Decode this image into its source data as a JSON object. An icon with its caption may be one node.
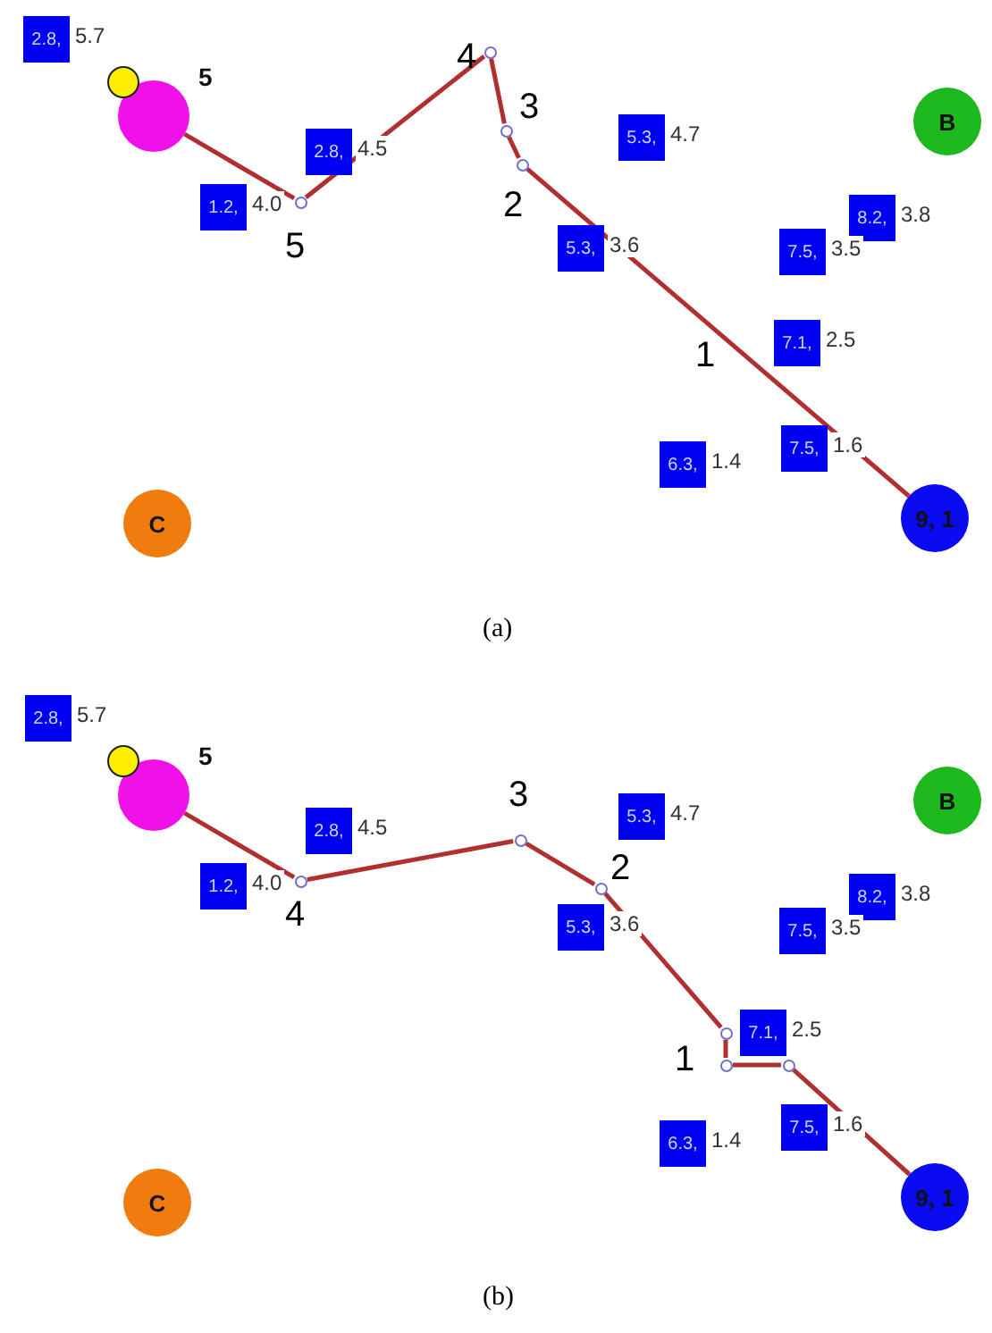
{
  "diagram": {
    "nodes": [
      {
        "text": [
          "2.8,"
        ],
        "beside": [
          "5.7"
        ]
      },
      {
        "text": [],
        "shape": "circle",
        "beside": [
          "5"
        ]
      },
      {
        "text": [
          "B"
        ]
      },
      {
        "text": [],
        "shape": "circle",
        "beside": [
          "4"
        ]
      },
      {
        "text": [],
        "shape": "circle",
        "beside": [
          "3"
        ]
      },
      {
        "text": [
          "5.3,"
        ],
        "beside": [
          "4.7"
        ]
      },
      {
        "text": [
          "2.8,"
        ],
        "beside": [
          "4.5"
        ]
      },
      {
        "text": [],
        "shape": "circle",
        "beside": [
          "2"
        ]
      },
      {
        "text": [
          "1.2,"
        ],
        "beside": [
          "4.0"
        ]
      },
      {
        "text": [],
        "shape": "circle",
        "beside": [
          "5"
        ]
      },
      {
        "text": [
          "8.2,"
        ],
        "beside": [
          "3.8"
        ]
      },
      {
        "text": [
          "5.3,"
        ],
        "beside": [
          "3.6"
        ]
      },
      {
        "text": [
          "7.5,"
        ],
        "beside": [
          "3.5"
        ]
      },
      {
        "text": [
          "7.1,"
        ],
        "beside": [
          "2.5"
        ]
      },
      {
        "text": [
          "7.5,"
        ],
        "beside": [
          "1.6"
        ]
      },
      {
        "text": [
          "6.3,"
        ],
        "beside": [
          "1.4"
        ]
      },
      {
        "text": [
          "C"
        ]
      },
      {
        "text": [
          "9, 1"
        ]
      },
      {
        "text": [
          "2.8,"
        ],
        "beside": [
          "5.7"
        ]
      },
      {
        "text": [],
        "shape": "circle",
        "beside": [
          "5"
        ]
      },
      {
        "text": [
          "B"
        ]
      },
      {
        "text": [
          "2.8,"
        ],
        "beside": [
          "4.5"
        ]
      },
      {
        "text": [
          "5.3,"
        ],
        "beside": [
          "4.7"
        ]
      },
      {
        "text": [],
        "shape": "circle",
        "beside": [
          "3"
        ]
      },
      {
        "text": [
          "1.2,"
        ],
        "beside": [
          "4.0"
        ]
      },
      {
        "text": [],
        "shape": "circle",
        "beside": [
          "4"
        ]
      },
      {
        "text": [],
        "shape": "circle",
        "beside": [
          "2"
        ]
      },
      {
        "text": [
          "8.2,"
        ],
        "beside": [
          "3.8"
        ]
      },
      {
        "text": [
          "5.3,"
        ],
        "beside": [
          "3.6"
        ]
      },
      {
        "text": [
          "7.5,"
        ],
        "beside": [
          "3.5"
        ]
      },
      {
        "text": [
          "7.1,"
        ],
        "beside": [
          "2.5"
        ]
      },
      {
        "text": [],
        "shape": "circle"
      },
      {
        "text": [],
        "shape": "circle",
        "beside": [
          "1"
        ]
      },
      {
        "text": [],
        "shape": "circle"
      },
      {
        "text": [
          "7.5,"
        ],
        "beside": [
          "1.6"
        ]
      },
      {
        "text": [
          "6.3,"
        ],
        "beside": [
          "1.4"
        ]
      },
      {
        "text": [
          "C"
        ]
      },
      {
        "text": [
          "9, 1"
        ]
      }
    ],
    "edges": [
      {
        "from": 1,
        "to": 9,
        "arrow": "none"
      },
      {
        "from": 9,
        "to": 3,
        "arrow": "none"
      },
      {
        "from": 3,
        "to": 4,
        "arrow": "none"
      },
      {
        "from": 4,
        "to": 7,
        "arrow": "none"
      },
      {
        "from": 7,
        "to": 17,
        "arrow": "none"
      },
      {
        "from": 19,
        "to": 25,
        "arrow": "none"
      },
      {
        "from": 25,
        "to": 23,
        "arrow": "none"
      },
      {
        "from": 23,
        "to": 26,
        "arrow": "none"
      },
      {
        "from": 26,
        "to": 31,
        "arrow": "none"
      },
      {
        "from": 31,
        "to": 32,
        "arrow": "none"
      },
      {
        "from": 32,
        "to": 33,
        "arrow": "none"
      },
      {
        "from": 33,
        "to": 37,
        "arrow": "none"
      }
    ],
    "labels": [
      "1",
      "(a)",
      "(b)"
    ]
  }
}
